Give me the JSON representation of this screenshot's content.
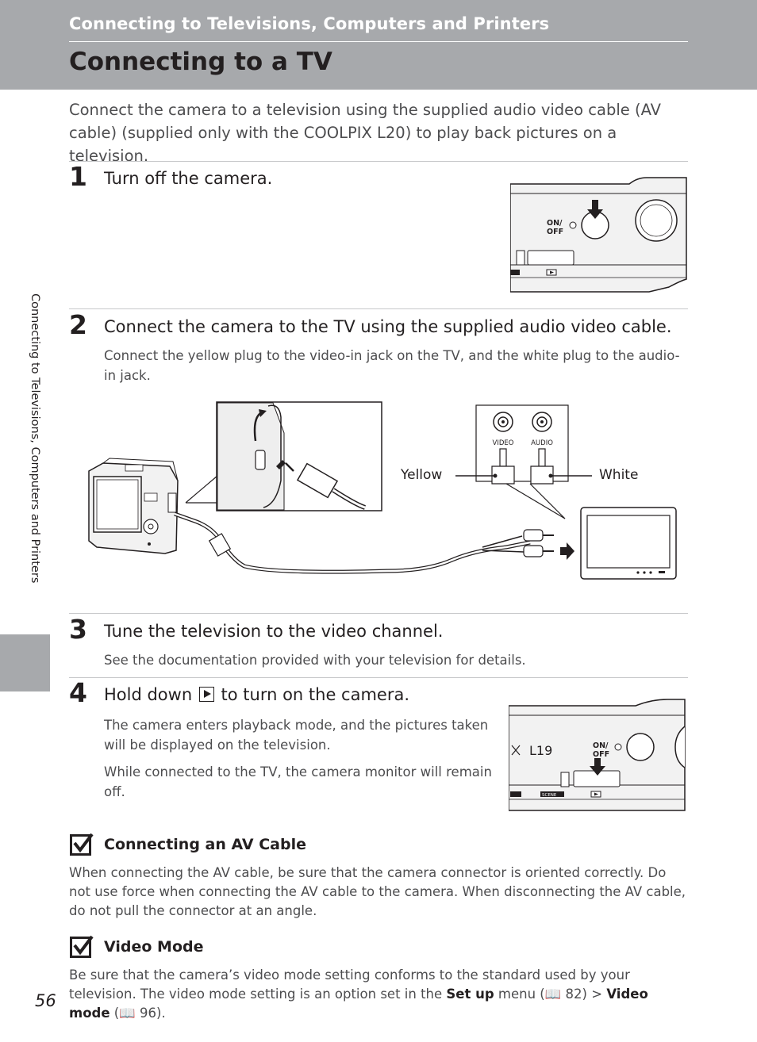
{
  "header": {
    "section_title": "Connecting to Televisions, Computers and Printers",
    "page_title": "Connecting to a TV"
  },
  "intro": "Connect the camera to a television using the supplied audio video cable (AV cable) (supplied only with the COOLPIX L20) to play back pictures on a television.",
  "steps": [
    {
      "number": "1",
      "title": "Turn off the camera."
    },
    {
      "number": "2",
      "title": "Connect the camera to the TV using the supplied audio video cable.",
      "body": "Connect the yellow plug to the video-in jack on the TV, and the white plug to the audio-in jack."
    },
    {
      "number": "3",
      "title": "Tune the television to the video channel.",
      "body": "See the documentation provided with your television for details."
    },
    {
      "number": "4",
      "title_before": "Hold down",
      "title_after": "to turn on the camera.",
      "body_1": "The camera enters playback mode, and the pictures taken will be displayed on the television.",
      "body_2": "While connected to the TV, the camera monitor will remain off."
    }
  ],
  "figure_labels": {
    "on_off": [
      "ON/",
      "OFF"
    ],
    "scene": "SCENE",
    "video": "VIDEO",
    "audio": "AUDIO",
    "yellow": "Yellow",
    "white": "White",
    "model": "L19"
  },
  "notes": [
    {
      "title": "Connecting an AV Cable",
      "body": "When connecting the AV cable, be sure that the camera connector is oriented correctly. Do not use force when connecting the AV cable to the camera. When disconnecting the AV cable, do not pull the connector at an angle."
    },
    {
      "title": "Video Mode",
      "body_1": "Be sure that the camera’s video mode setting conforms to the standard used by your television. The video mode setting is an option set in the",
      "setup": "Set up",
      "body_2": "menu (",
      "ref_1": "82) >",
      "video_mode": "Video mode",
      "body_3": "(",
      "ref_2": "96)."
    }
  ],
  "side_tab_text": "Connecting to Televisions, Computers and Printers",
  "page_number": "56"
}
